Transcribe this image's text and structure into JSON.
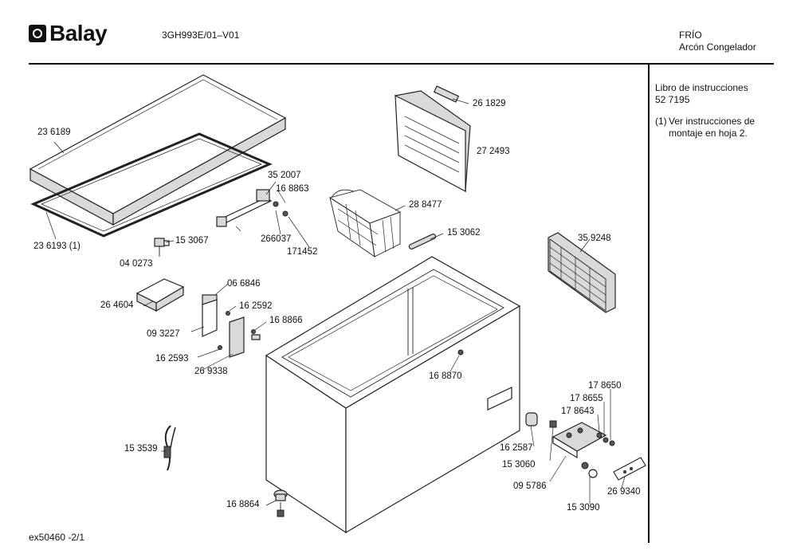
{
  "header": {
    "brand": "Balay",
    "model": "3GH993E/01–V01",
    "category": "FRÍO",
    "subcategory": "Arcón Congelador"
  },
  "sidebar": {
    "manual_title": "Libro de instrucciones",
    "manual_number": "52 7195",
    "note_marker": "(1)",
    "note_line1": "Ver instrucciones de",
    "note_line2": "montaje en hoja 2."
  },
  "footer": {
    "sheet_code": "ex50460 -2/1"
  },
  "parts": [
    {
      "id": "p1",
      "number": "23 6189"
    },
    {
      "id": "p2",
      "number": "23 6193 (1)"
    },
    {
      "id": "p3",
      "number": "35 2007"
    },
    {
      "id": "p4",
      "number": "16 8863"
    },
    {
      "id": "p5",
      "number": "266037"
    },
    {
      "id": "p6",
      "number": "171452"
    },
    {
      "id": "p7",
      "number": "15 3067"
    },
    {
      "id": "p8",
      "number": "04 0273"
    },
    {
      "id": "p9",
      "number": "26 1829"
    },
    {
      "id": "p10",
      "number": "27 2493"
    },
    {
      "id": "p11",
      "number": "28 8477"
    },
    {
      "id": "p12",
      "number": "15 3062"
    },
    {
      "id": "p13",
      "number": "35 9248"
    },
    {
      "id": "p14",
      "number": "06 6846"
    },
    {
      "id": "p15",
      "number": "26 4604"
    },
    {
      "id": "p16",
      "number": "16 2592"
    },
    {
      "id": "p17",
      "number": "16 8866"
    },
    {
      "id": "p18",
      "number": "09 3227"
    },
    {
      "id": "p19",
      "number": "16 2593"
    },
    {
      "id": "p20",
      "number": "26 9338"
    },
    {
      "id": "p21",
      "number": "16 8870"
    },
    {
      "id": "p22",
      "number": "17 8650"
    },
    {
      "id": "p23",
      "number": "17 8655"
    },
    {
      "id": "p24",
      "number": "17 8643"
    },
    {
      "id": "p25",
      "number": "16 2587"
    },
    {
      "id": "p26",
      "number": "15 3060"
    },
    {
      "id": "p27",
      "number": "09 5786"
    },
    {
      "id": "p28",
      "number": "15 3090"
    },
    {
      "id": "p29",
      "number": "26 9340"
    },
    {
      "id": "p30",
      "number": "15 3539"
    },
    {
      "id": "p31",
      "number": "16 8864"
    }
  ]
}
